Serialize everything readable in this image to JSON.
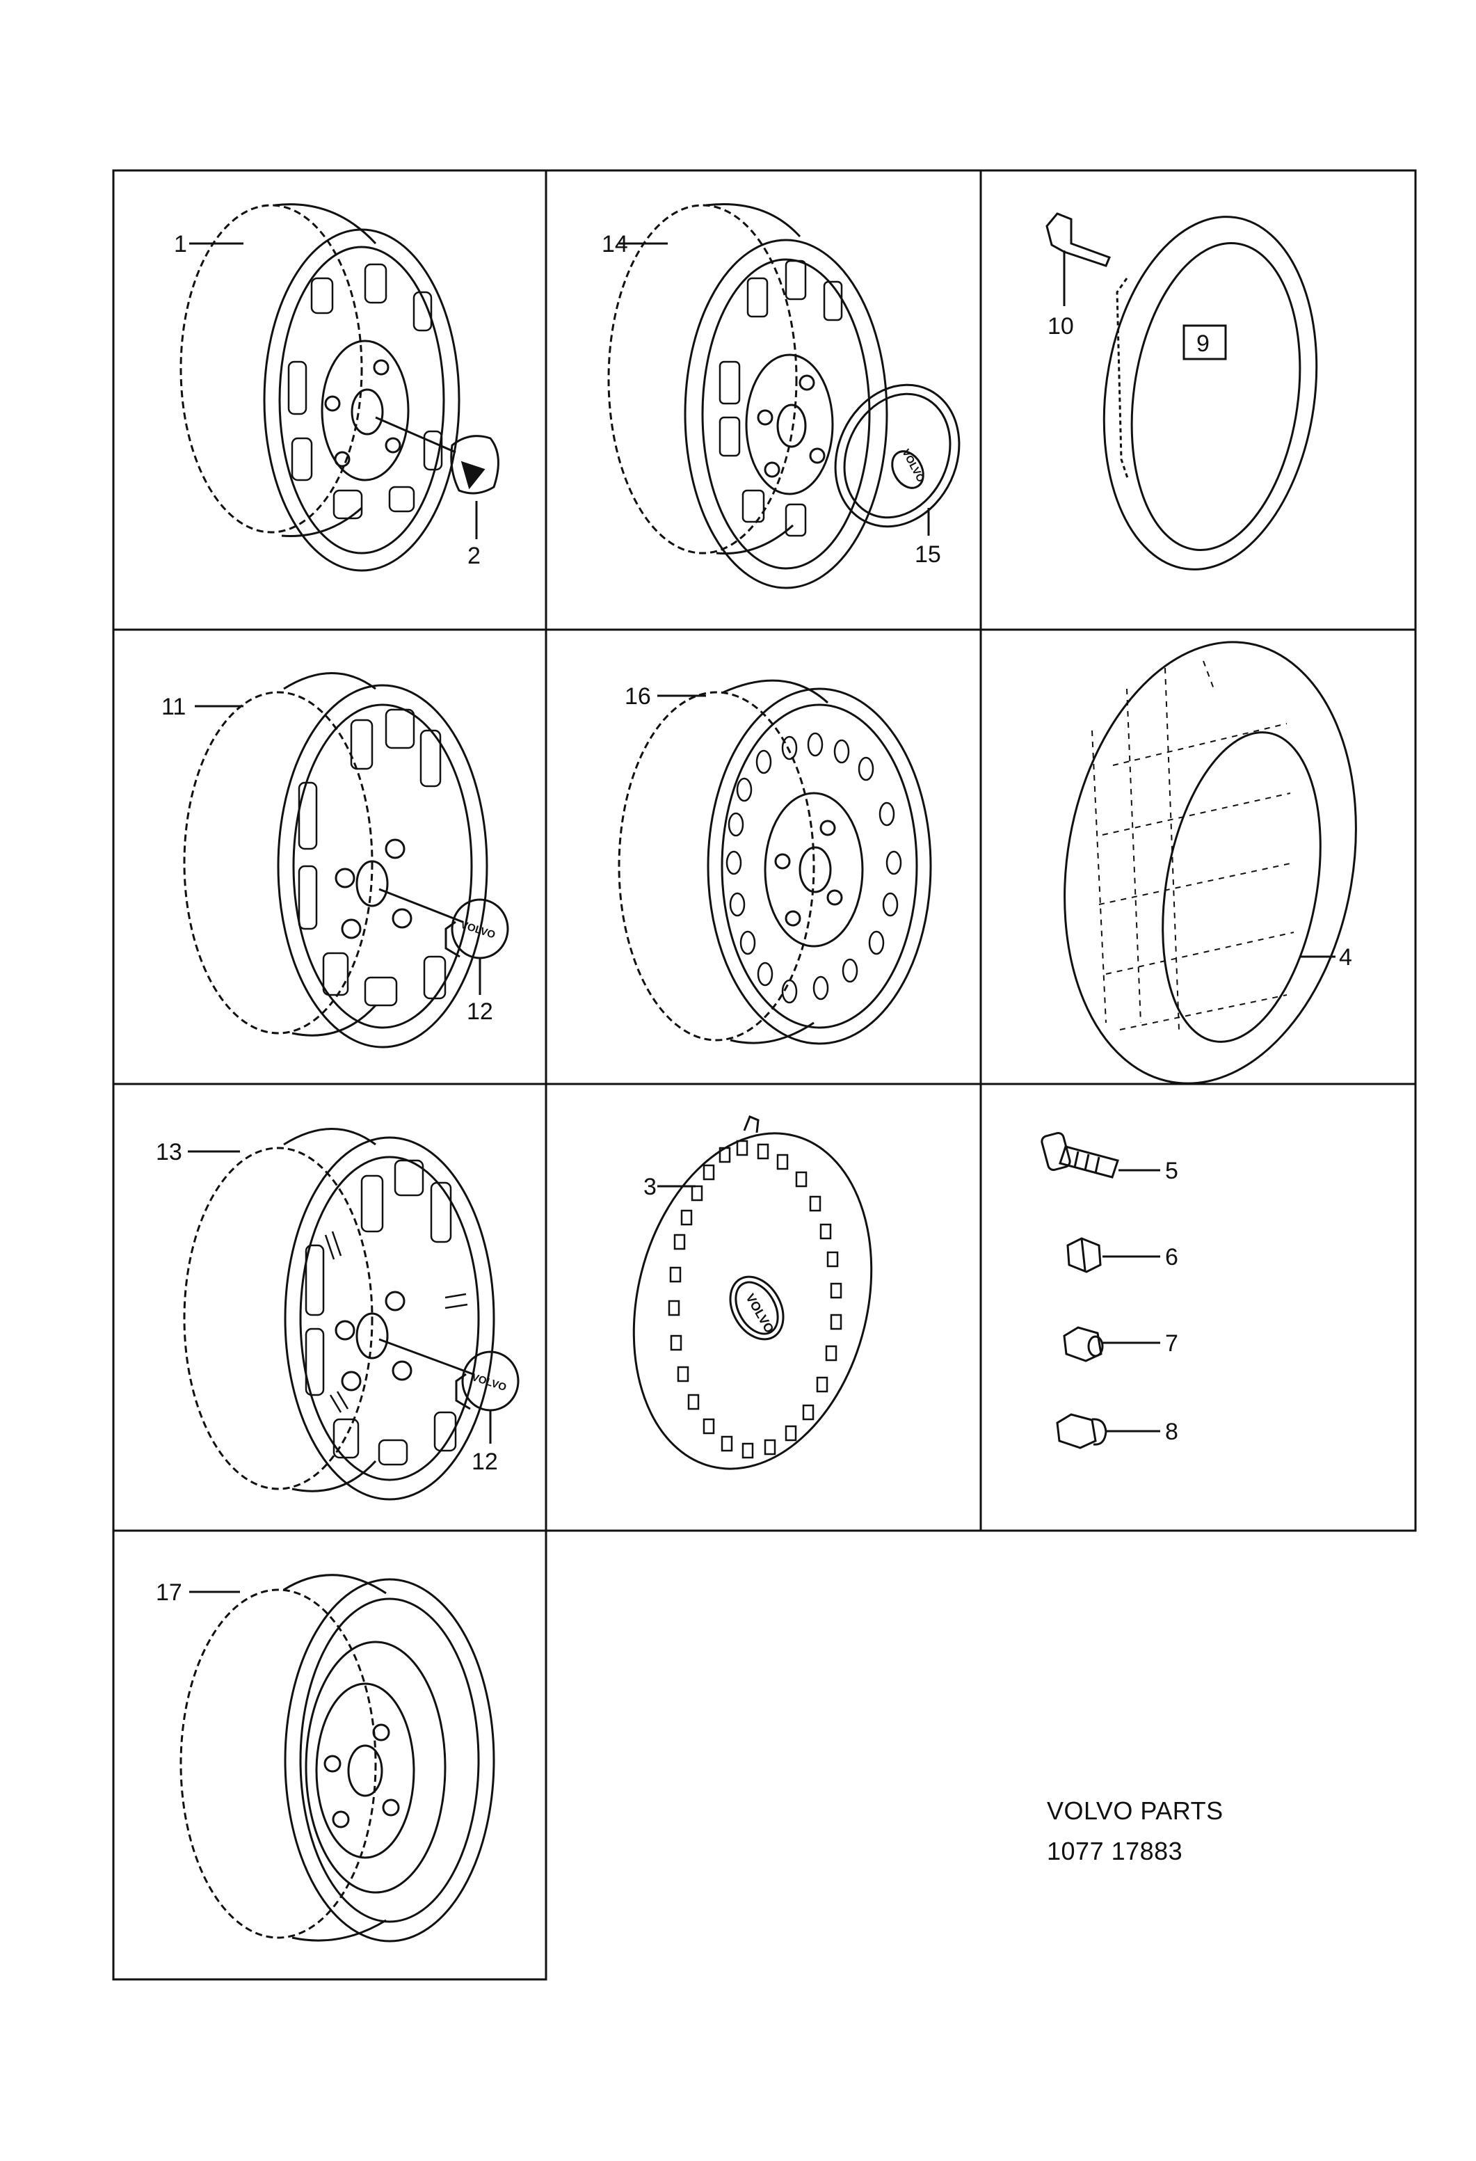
{
  "parts": [
    {
      "id": "1"
    },
    {
      "id": "2"
    },
    {
      "id": "3"
    },
    {
      "id": "4"
    },
    {
      "id": "5"
    },
    {
      "id": "6"
    },
    {
      "id": "7"
    },
    {
      "id": "8"
    },
    {
      "id": "9"
    },
    {
      "id": "10"
    },
    {
      "id": "11"
    },
    {
      "id": "12"
    },
    {
      "id": "13"
    },
    {
      "id": "14"
    },
    {
      "id": "15"
    },
    {
      "id": "16"
    },
    {
      "id": "17"
    }
  ],
  "brand_mark": "VOLVO",
  "footer": {
    "line1": "VOLVO PARTS",
    "line2": "1077 17883"
  },
  "colors": {
    "ink": "#111111",
    "paper": "#ffffff"
  }
}
